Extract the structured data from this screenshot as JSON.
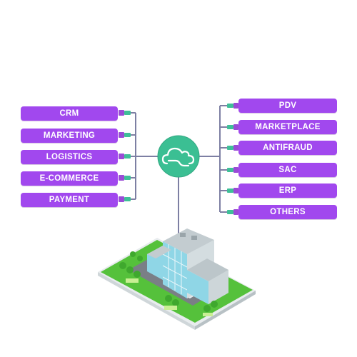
{
  "colors": {
    "pill": "#a148ee",
    "pill_edge": "#8a2fd6",
    "connector": "#7d7fa3",
    "plug_green": "#3fbf98",
    "plug_purple": "#9a4bd6",
    "hub": "#3bbf93",
    "lawn": "#55c13b",
    "building_glass": "#8fd6e6",
    "building_wall": "#e9eef0"
  },
  "left_items": [
    {
      "label": "CRM"
    },
    {
      "label": "MARKETING"
    },
    {
      "label": "LOGISTICS"
    },
    {
      "label": "E-COMMERCE"
    },
    {
      "label": "PAYMENT"
    }
  ],
  "right_items": [
    {
      "label": "PDV"
    },
    {
      "label": "MARKETPLACE"
    },
    {
      "label": "ANTIFRAUD"
    },
    {
      "label": "SAC"
    },
    {
      "label": "ERP"
    },
    {
      "label": "OTHERS"
    }
  ],
  "hub": {
    "icon": "cloud-icon"
  },
  "building": {
    "icon": "office-building-illustration"
  }
}
